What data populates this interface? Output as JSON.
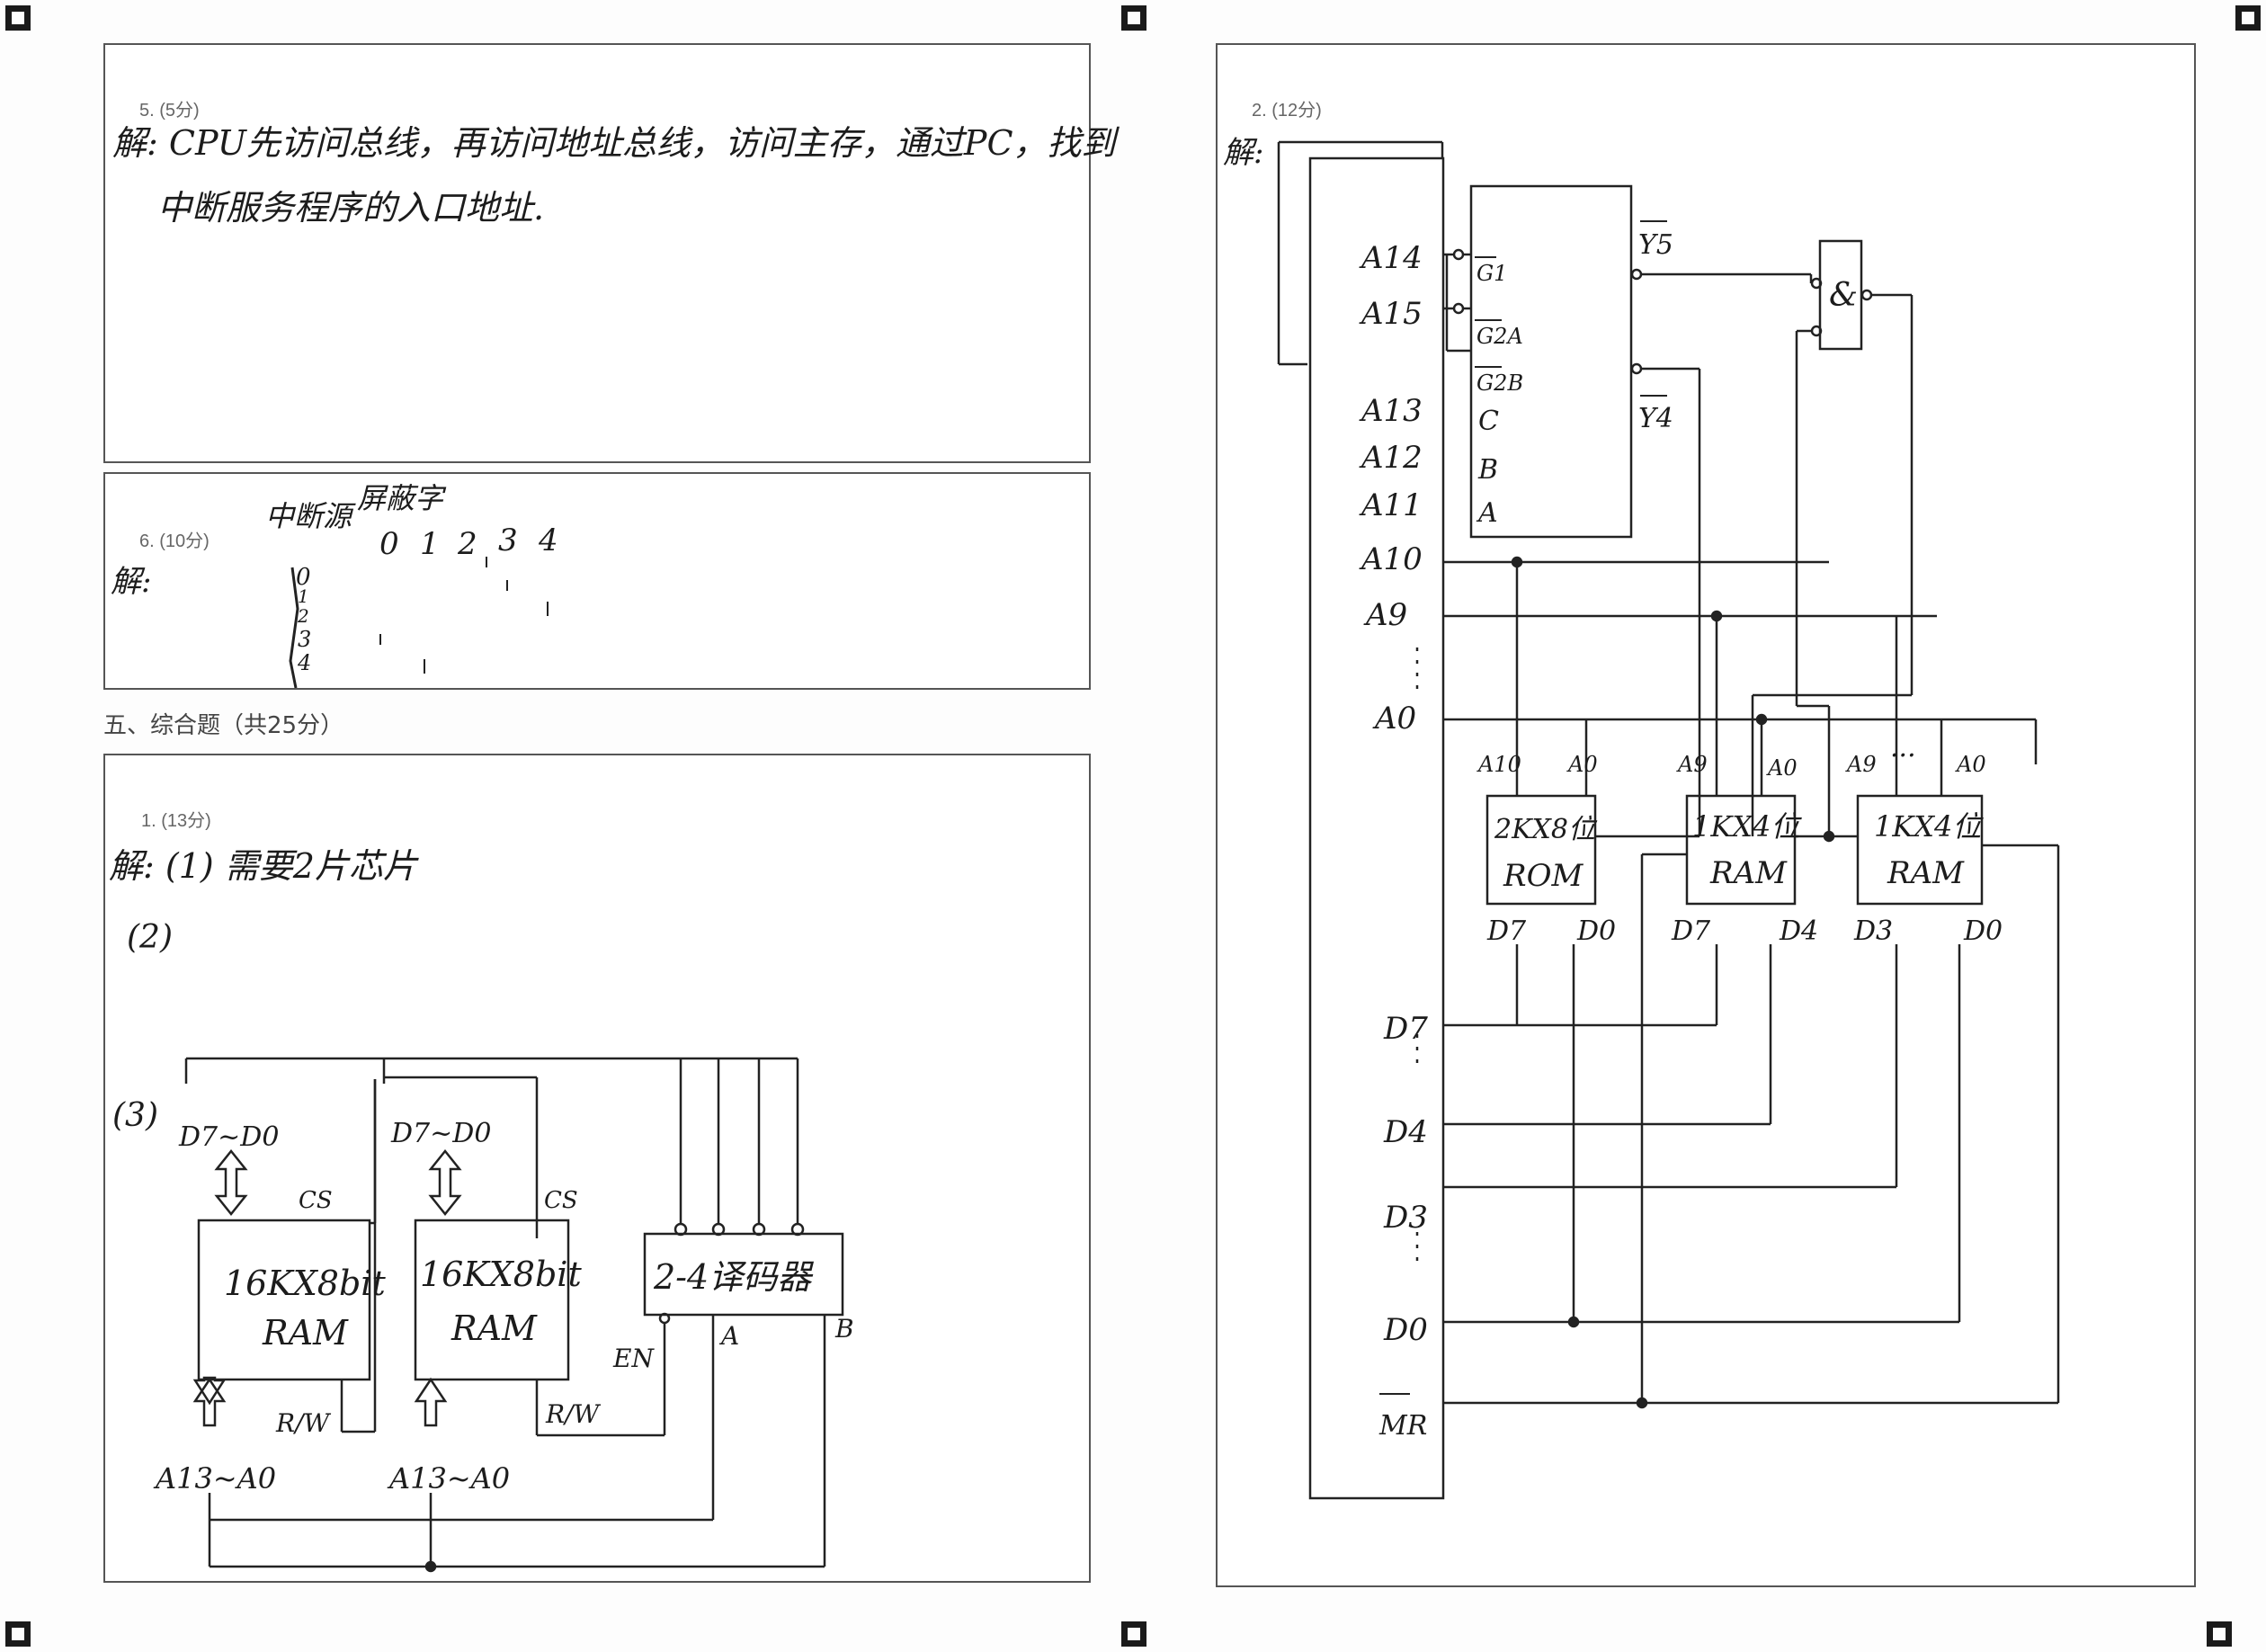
{
  "left_page": {
    "q5": {
      "label": "5. (5分)",
      "answer_line1": "解: CPU先访问总线，再访问地址总线，访问主存，通过PC，找到",
      "answer_line2": "中断服务程序的入口地址."
    },
    "q6": {
      "label": "6. (10分)",
      "answer_prefix": "解:",
      "col_source": "中断源",
      "col_mask": "屏蔽字",
      "mask_bits": [
        "0",
        "1",
        "2",
        "3",
        "4"
      ],
      "rows": [
        "0",
        "1",
        "2",
        "3",
        "4"
      ]
    },
    "section_title": "五、综合题（共25分）",
    "q1": {
      "label": "1. (13分)",
      "answer_line1": "解: (1) 需要2片芯片",
      "part2": "(2)",
      "part3": "(3)",
      "chip1": {
        "line1": "16KX8bit",
        "line2": "RAM",
        "data": "D7~D0",
        "addr": "A13~A0",
        "cs": "CS",
        "rw": "R/W"
      },
      "chip2": {
        "line1": "16KX8bit",
        "line2": "RAM",
        "data": "D7~D0",
        "addr": "A13~A0",
        "cs": "CS",
        "rw": "R/W"
      },
      "decoder": {
        "label": "2-4译码器",
        "en": "EN",
        "a": "A",
        "b": "B"
      }
    }
  },
  "right_page": {
    "q2": {
      "label": "2. (12分)",
      "answer_prefix": "解:",
      "addr_lines": [
        "A14",
        "A15",
        "A13",
        "A12",
        "A11",
        "A10",
        "A9",
        "A0"
      ],
      "decoder_pins": [
        "G1",
        "G2A",
        "G2B",
        "C",
        "B",
        "A"
      ],
      "decoder_outputs": [
        "Y5",
        "Y4"
      ],
      "and_gate": "&",
      "rom": {
        "line1": "2KX8位",
        "line2": "ROM",
        "a_hi": "A10",
        "a_lo": "A0",
        "d_hi": "D7",
        "d_lo": "D0"
      },
      "ram1": {
        "line1": "1KX4位",
        "line2": "RAM",
        "a_hi": "A9",
        "a_lo": "A0",
        "d_hi": "D7",
        "d_lo": "D4"
      },
      "ram2": {
        "line1": "1KX4位",
        "line2": "RAM",
        "a_hi": "A9",
        "a_lo": "A0",
        "dots": "···",
        "d_hi": "D3",
        "d_lo": "D0"
      },
      "data_lines": [
        "D7",
        "D4",
        "D3",
        "D0",
        "MR"
      ]
    }
  }
}
